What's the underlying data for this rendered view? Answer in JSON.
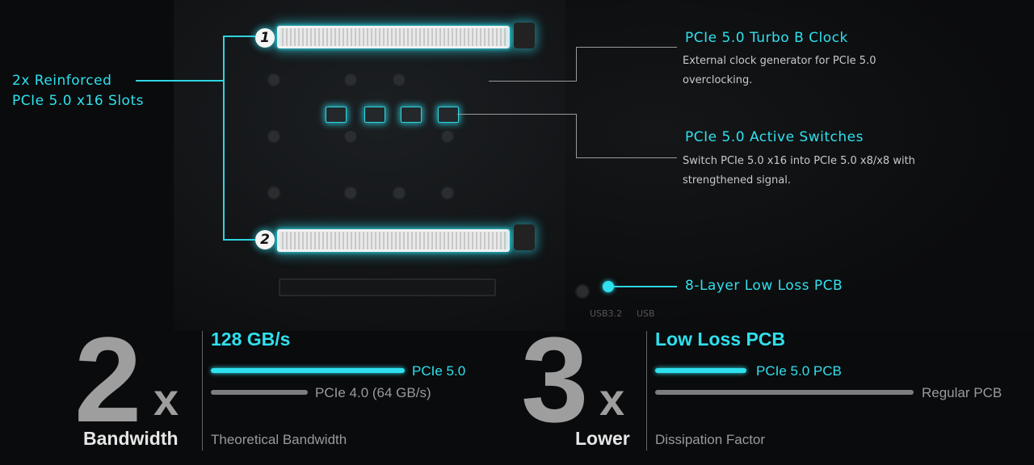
{
  "left_callout": {
    "title_line1": "2x Reinforced",
    "title_line2": "PCIe 5.0 x16 Slots",
    "slot1_badge": "1",
    "slot2_badge": "2"
  },
  "callouts": [
    {
      "title": "PCIe 5.0 Turbo B Clock",
      "desc": "External clock generator for PCIe 5.0 overclocking."
    },
    {
      "title": "PCIe 5.0 Active Switches",
      "desc": "Switch PCIe 5.0 x16 into PCIe 5.0 x8/x8 with strengthened signal."
    },
    {
      "title": "8-Layer Low Loss PCB"
    }
  ],
  "board_labels": {
    "usb": "USB3.2",
    "usb2": "USB"
  },
  "stats": [
    {
      "big_number": "2",
      "multiplier": "x",
      "under_label": "Bandwidth",
      "title": "128 GB/s",
      "bar1_label": "PCIe 5.0",
      "bar2_label": "PCIe 4.0 (64 GB/s)",
      "caption": "Theoretical Bandwidth",
      "bar1_fraction": 0.5,
      "bar2_fraction": 0.25
    },
    {
      "big_number": "3",
      "multiplier": "x",
      "under_label": "Lower",
      "title": "Low Loss PCB",
      "bar1_label": "PCIe 5.0 PCB",
      "bar2_label": "Regular PCB",
      "caption": "Dissipation Factor"
    }
  ],
  "colors": {
    "accent": "#2fe0ee",
    "muted": "#9e9e9e",
    "background": "#0a0b0c"
  }
}
